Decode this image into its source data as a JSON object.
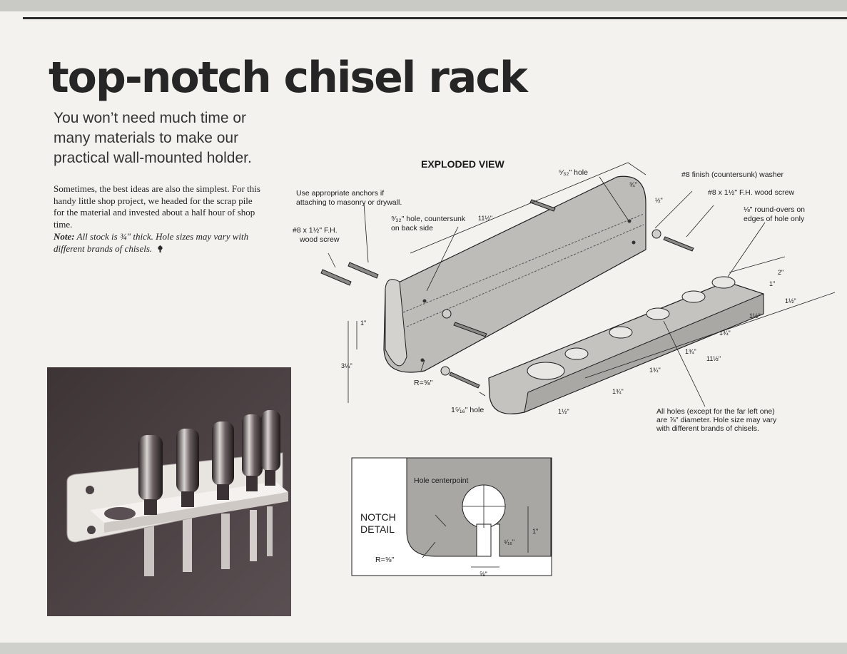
{
  "article": {
    "title": "top-notch chisel rack",
    "subtitle": "You won’t need much time or many materials to make our practical wall-mounted holder.",
    "body": "Sometimes, the best ideas are also the simplest. For this handy little shop project, we headed for the scrap pile for the material and invested about a half hour of shop time.",
    "note_label": "Note:",
    "note_text": "All stock is ¾\" thick. Hole sizes may vary with different brands of chisels."
  },
  "exploded_view": {
    "heading": "EXPLODED VIEW",
    "labels": {
      "anchors_1": "Use appropriate anchors if",
      "anchors_2": "attaching to masonry or drywall.",
      "screw_left_1": "#8 x 1½\" F.H.",
      "screw_left_2": "wood screw",
      "hole_counter_1": "⁹⁄₃₂\" hole, countersunk",
      "hole_counter_2": "on back side",
      "hole_top": "⁵⁄₃₂\" hole",
      "washer": "#8 finish (countersunk) washer",
      "screw_right": "#8 x 1½\" F.H. wood screw",
      "roundover_1": "⅛\" round-overs on",
      "roundover_2": "edges of hole only",
      "radius": "R=⅝\"",
      "hole_large": "1⁵⁄₁₆\" hole",
      "holes_note_1": "All holes (except for the far left one)",
      "holes_note_2": "are ⅞\" diameter. Hole size may vary",
      "holes_note_3": "with different brands of chisels."
    },
    "dims": {
      "length_back": "11½\"",
      "depth_top": "¾\"",
      "edge_top": "½\"",
      "height_notch": "1\"",
      "height_total": "3¼\"",
      "rack_width": "2\"",
      "rack_notch": "1\"",
      "rack_length": "11½\"",
      "spacing_1": "1½\"",
      "spacing_2": "1½\"",
      "spacing_3": "1¾\"",
      "spacing_4": "1¾\"",
      "spacing_5": "1¾\"",
      "spacing_6": "1¾\"",
      "spacing_7": "1½\""
    }
  },
  "notch_detail": {
    "title_1": "NOTCH",
    "title_2": "DETAIL",
    "centerpoint": "Hole centerpoint",
    "radius": "R=⅝\"",
    "dim_height": "1\"",
    "dim_offset": "⁵⁄₁₆\"",
    "dim_slot": "⅝\""
  }
}
